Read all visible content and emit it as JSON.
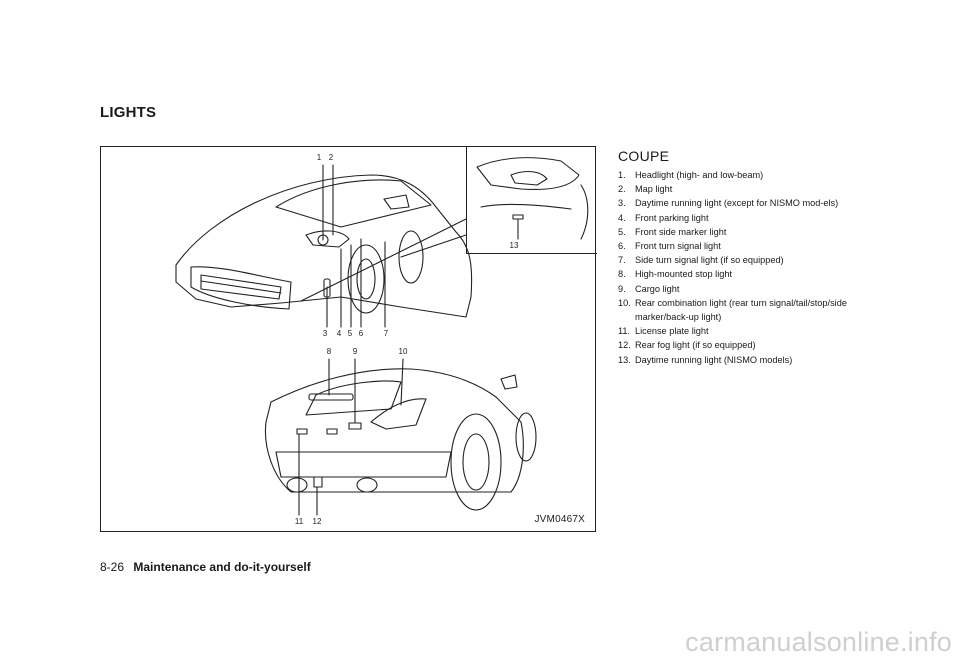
{
  "section_title": "LIGHTS",
  "figure": {
    "code": "JVM0467X",
    "callouts_front": [
      "1",
      "2",
      "3",
      "4",
      "5",
      "6",
      "7"
    ],
    "callouts_rear": [
      "8",
      "9",
      "10",
      "11",
      "12"
    ],
    "callout_inset": "13"
  },
  "list": {
    "heading": "COUPE",
    "items": [
      {
        "num": "1.",
        "text": "Headlight (high- and low-beam)"
      },
      {
        "num": "2.",
        "text": "Map light"
      },
      {
        "num": "3.",
        "text": "Daytime running light (except for NISMO mod-els)"
      },
      {
        "num": "4.",
        "text": "Front parking light"
      },
      {
        "num": "5.",
        "text": "Front side marker light"
      },
      {
        "num": "6.",
        "text": "Front turn signal light"
      },
      {
        "num": "7.",
        "text": "Side turn signal light (if so equipped)"
      },
      {
        "num": "8.",
        "text": "High-mounted stop light"
      },
      {
        "num": "9.",
        "text": "Cargo light"
      },
      {
        "num": "10.",
        "text": "Rear combination light (rear turn signal/tail/stop/side marker/back-up light)"
      },
      {
        "num": "11.",
        "text": "License plate light"
      },
      {
        "num": "12.",
        "text": "Rear fog light (if so equipped)"
      },
      {
        "num": "13.",
        "text": "Daytime running light (NISMO models)"
      }
    ]
  },
  "footer": {
    "page_number": "8-26",
    "chapter": "Maintenance and do-it-yourself"
  },
  "watermark": "carmanualsonline.info"
}
